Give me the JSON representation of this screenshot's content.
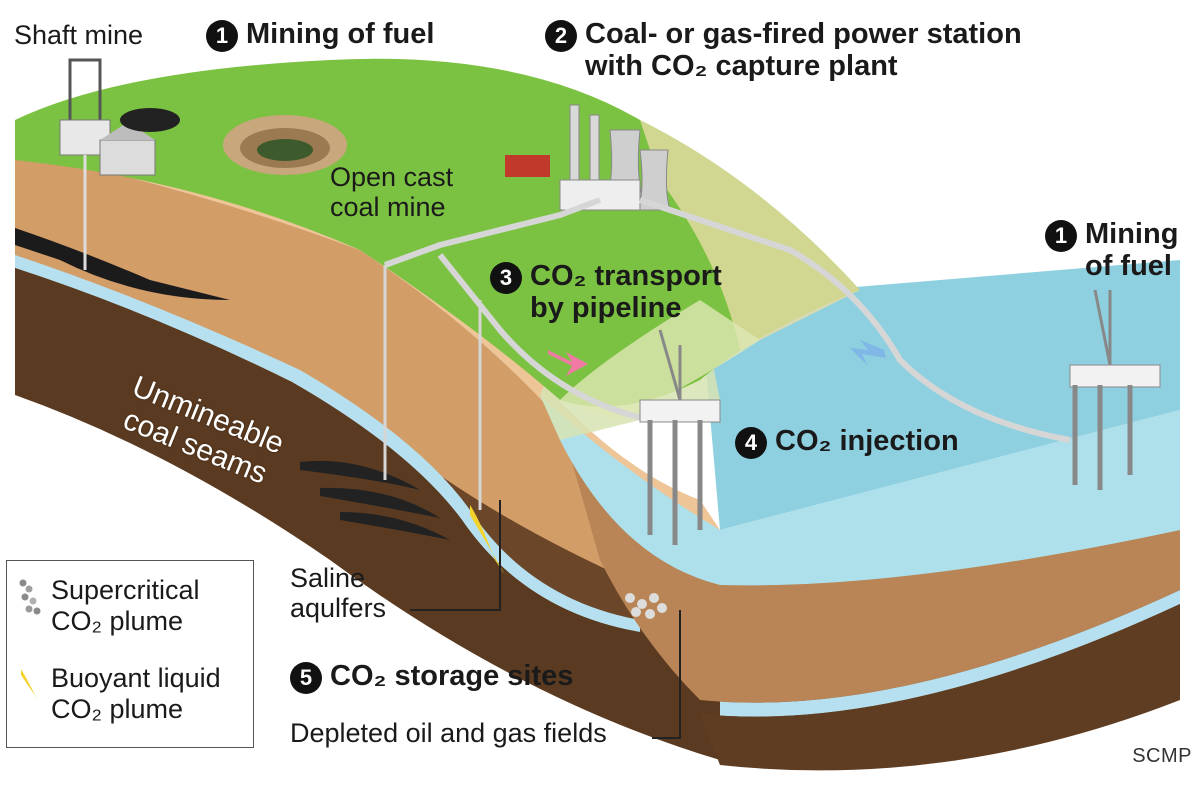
{
  "labels": {
    "shaft_mine": "Shaft mine",
    "step1_top": {
      "num": "1",
      "text": "Mining of fuel"
    },
    "step2": {
      "num": "2",
      "line1": "Coal- or gas-fired power station",
      "line2": "with CO₂ capture plant"
    },
    "step1_right": {
      "num": "1",
      "line1": "Mining",
      "line2": "of fuel"
    },
    "open_cast": {
      "line1": "Open cast",
      "line2": "coal mine"
    },
    "step3": {
      "num": "3",
      "line1": "CO₂ transport",
      "line2": "by pipeline"
    },
    "unmineable": {
      "line1": "Unmineable",
      "line2": "coal seams"
    },
    "step4": {
      "num": "4",
      "text": "CO₂ injection"
    },
    "saline": {
      "line1": "Saline",
      "line2": "aqulfers"
    },
    "step5": {
      "num": "5",
      "text": "CO₂ storage sites"
    },
    "depleted": "Depleted oil and gas fields"
  },
  "legend": {
    "supercritical": {
      "line1": "Supercritical",
      "line2": "CO₂ plume"
    },
    "buoyant": {
      "line1": "Buoyant liquid",
      "line2": "CO₂ plume"
    }
  },
  "credit": "SCMP",
  "colors": {
    "grass": "#7cc242",
    "sea": "#7fc7d9",
    "sand": "#e8d9a6",
    "rock_light": "#e2b68a",
    "rock_mid": "#c9955e",
    "rock_dark": "#7a5333",
    "aquifer": "#a9d8ea",
    "pipeline": "#d8d8d8",
    "marker": "#111111"
  }
}
